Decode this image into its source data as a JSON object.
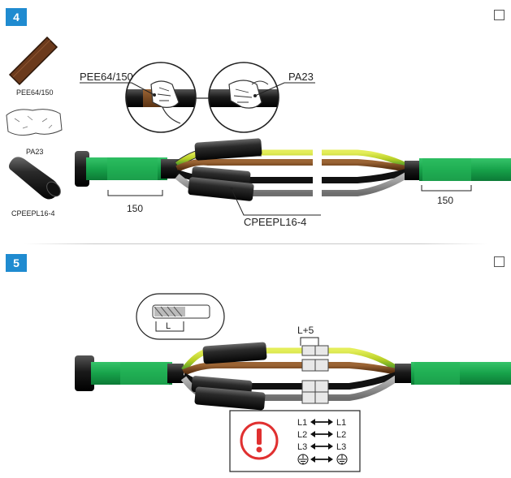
{
  "step4": {
    "number": "4",
    "materials": {
      "tape": "PEE64/150",
      "cloth": "PA23",
      "tube": "CPEEPL16-4"
    },
    "callouts": {
      "tape": "PEE64/150",
      "cloth": "PA23",
      "tube": "CPEEPL16-4"
    },
    "dimensions": {
      "left": "150",
      "right": "150"
    }
  },
  "step5": {
    "number": "5",
    "inset_label": "L",
    "connector_label": "L+5",
    "warning": {
      "symbol": "!",
      "pairs": [
        {
          "from": "L1",
          "to": "L1"
        },
        {
          "from": "L2",
          "to": "L2"
        },
        {
          "from": "L3",
          "to": "L3"
        }
      ]
    }
  },
  "colors": {
    "badge": "#1f8bd0",
    "cable_green": "#17a24a",
    "cable_green_dark": "#0e7c38",
    "brown": "#7a4a1e",
    "grey": "#8c8c8c",
    "yellow_green": "#c8d62a",
    "warning_red": "#e03030"
  }
}
